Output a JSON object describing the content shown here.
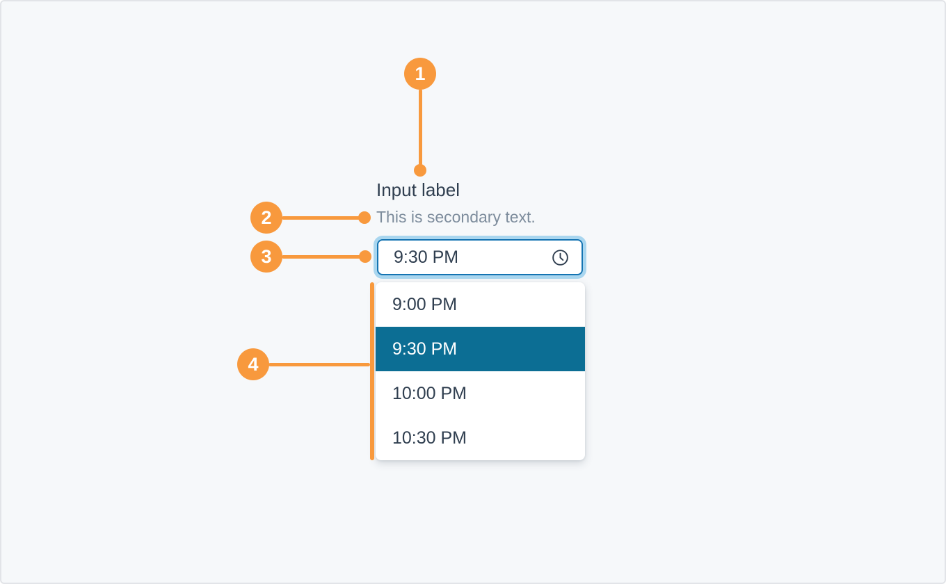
{
  "colors": {
    "page_background": "#F6F8FA",
    "accent_orange": "#F8993D",
    "text_primary": "#2F3E4F",
    "text_secondary": "#7D8C9C",
    "input_border": "#1574B2",
    "focus_ring": "#A9D6EF",
    "option_selected_bg": "#0C6E94",
    "option_selected_text": "#FFFFFF",
    "surface": "#FFFFFF"
  },
  "annotations": {
    "markers": [
      {
        "number": "1",
        "target": "input-label"
      },
      {
        "number": "2",
        "target": "secondary-text"
      },
      {
        "number": "3",
        "target": "time-input"
      },
      {
        "number": "4",
        "target": "dropdown-list"
      }
    ]
  },
  "field": {
    "label": "Input label",
    "secondary_text": "This is secondary text.",
    "value": "9:30 PM",
    "icon": "clock-icon"
  },
  "dropdown": {
    "selected_value": "9:30 PM",
    "options": [
      {
        "label": "9:00 PM",
        "selected": false
      },
      {
        "label": "9:30 PM",
        "selected": true
      },
      {
        "label": "10:00 PM",
        "selected": false
      },
      {
        "label": "10:30 PM",
        "selected": false
      }
    ]
  }
}
